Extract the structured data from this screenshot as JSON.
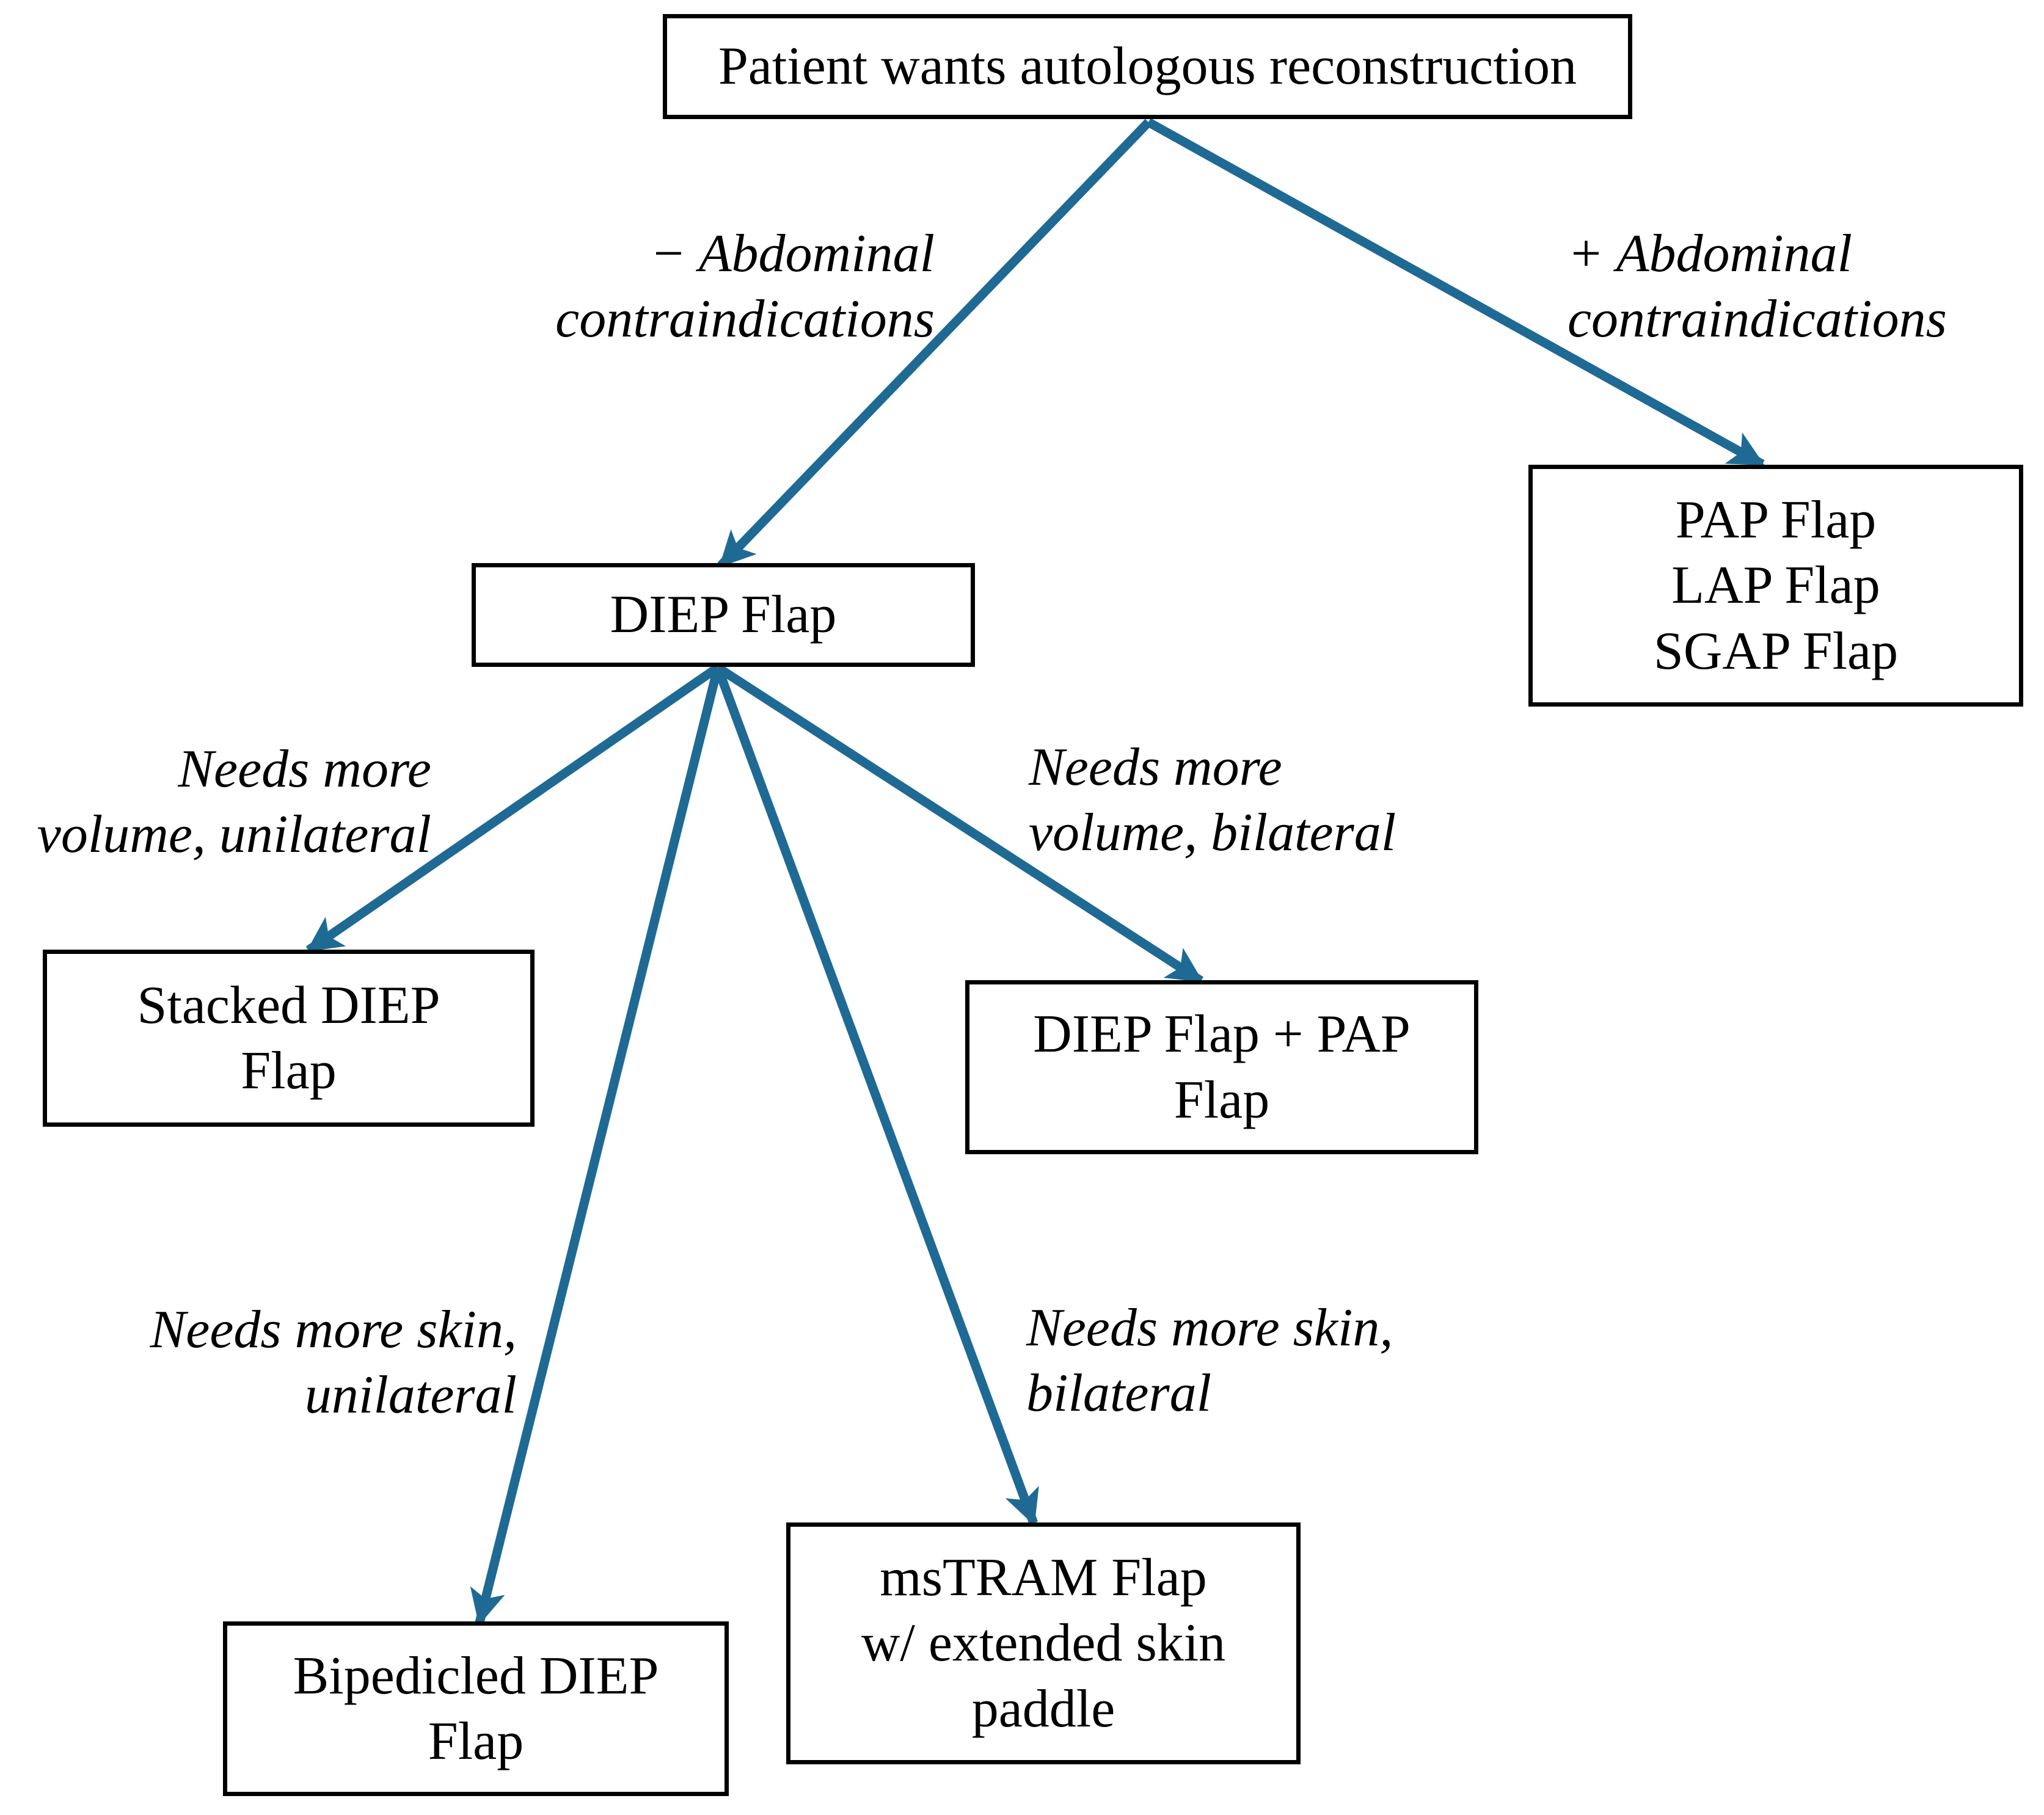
{
  "diagram": {
    "type": "flowchart",
    "colors": {
      "arrow": "#1e6a94",
      "box_border": "#000000",
      "background": "#ffffff",
      "text": "#000000"
    },
    "nodes": {
      "root": {
        "label": "Patient wants autologous reconstruction"
      },
      "diep": {
        "label": "DIEP Flap"
      },
      "pap_lap_sgap": {
        "label": "PAP Flap\nLAP Flap\nSGAP Flap"
      },
      "stacked": {
        "label": "Stacked DIEP\nFlap"
      },
      "diep_pap": {
        "label": "DIEP Flap + PAP\nFlap"
      },
      "bipedicled": {
        "label": "Bipedicled DIEP\nFlap"
      },
      "mstram": {
        "label": "msTRAM Flap\nw/ extended skin\npaddle"
      }
    },
    "edge_labels": {
      "no_abdominal_contraindications": "− Abdominal\ncontraindications",
      "abdominal_contraindications": "+ Abdominal\ncontraindications",
      "more_volume_unilateral": "Needs more\nvolume, unilateral",
      "more_volume_bilateral": "Needs more\nvolume, bilateral",
      "more_skin_unilateral": "Needs more skin,\nunilateral",
      "more_skin_bilateral": "Needs more skin,\nbilateral"
    }
  }
}
